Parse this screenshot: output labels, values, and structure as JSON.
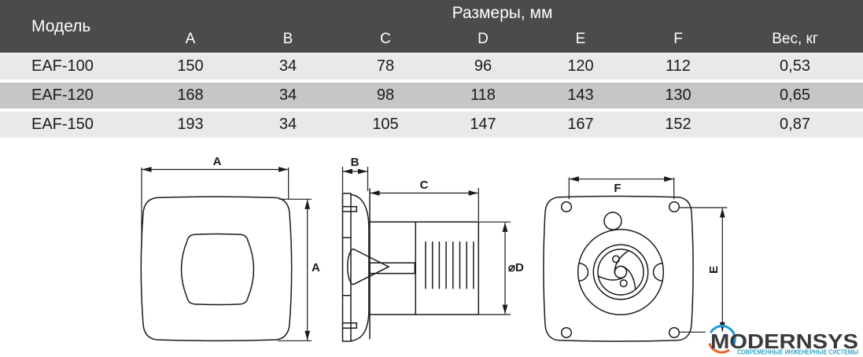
{
  "table": {
    "model_header": "Модель",
    "dimensions_header": "Размеры, мм",
    "weight_header": "Вес, кг",
    "dim_columns": [
      "A",
      "B",
      "C",
      "D",
      "E",
      "F"
    ],
    "rows": [
      {
        "model": "EAF-100",
        "values": [
          "150",
          "34",
          "78",
          "96",
          "120",
          "112"
        ],
        "weight": "0,53"
      },
      {
        "model": "EAF-120",
        "values": [
          "168",
          "34",
          "98",
          "118",
          "143",
          "130"
        ],
        "weight": "0,65"
      },
      {
        "model": "EAF-150",
        "values": [
          "193",
          "34",
          "105",
          "147",
          "167",
          "152"
        ],
        "weight": "0,87"
      }
    ]
  },
  "drawing": {
    "labels": {
      "front_width": "A",
      "front_height": "A",
      "side_depth": "B",
      "side_length": "C",
      "side_diameter": "⌀D",
      "back_holes_horizontal": "F",
      "back_holes_vertical": "E"
    }
  },
  "logo": {
    "brand": "MODERNSYS",
    "tagline": "СОВРЕМЕННЫЕ ИНЖЕНЕРНЫЕ СИСТЕМЫ"
  },
  "colors": {
    "table-header-bg": "#4b4b4d",
    "row-light": "#e9e9ea",
    "row-dark": "#c6c6c8",
    "table-text": "#1b1b1d",
    "line": "#1a1a1a",
    "brand-text": "#3a3a3c",
    "arc-blue": "#2299d8",
    "arc-orange": "#e4662a",
    "tagline": "#3aa3c2"
  }
}
